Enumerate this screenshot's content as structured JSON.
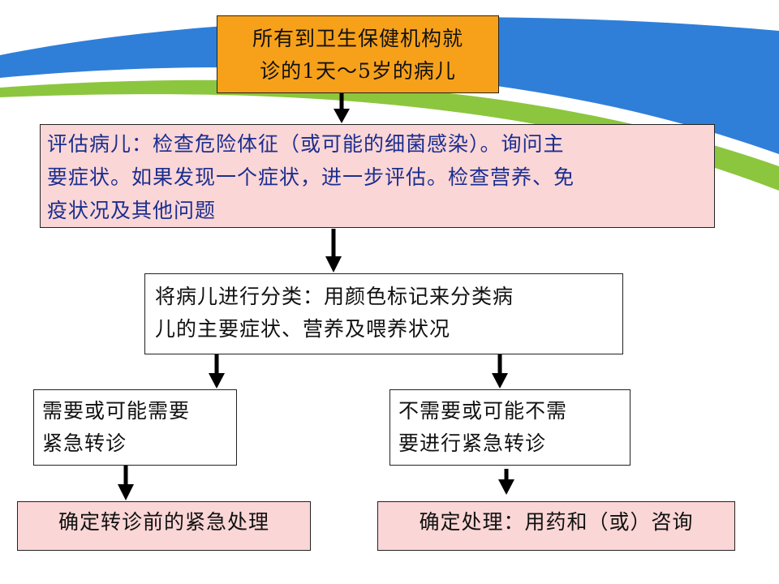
{
  "flow": {
    "start": {
      "line1": "所有到卫生保健机构就",
      "line2": "诊的1天～5岁的病儿"
    },
    "assess": {
      "line1": "评估病儿：检查危险体征（或可能的细菌感染）。询问主",
      "line2": "要症状。如果发现一个症状，进一步评估。检查营养、免",
      "line3": "疫状况及其他问题"
    },
    "classify": {
      "line1": "将病儿进行分类：用颜色标记来分类病",
      "line2": "儿的主要症状、营养及喂养状况"
    },
    "urgent": {
      "line1": "需要或可能需要",
      "line2": "紧急转诊"
    },
    "non_urgent": {
      "line1": "不需要或可能不需",
      "line2": "要进行紧急转诊"
    },
    "pre_referral": {
      "text": "确定转诊前的紧急处理"
    },
    "treatment": {
      "text": "确定处理：用药和（或）咨询"
    }
  },
  "colors": {
    "start_fill": "#f7a11a",
    "pink_fill": "#fbd6d6",
    "assess_text": "#1b2e8f",
    "swoosh_blue": "#2f7fd8",
    "swoosh_green": "#8cc63f"
  }
}
